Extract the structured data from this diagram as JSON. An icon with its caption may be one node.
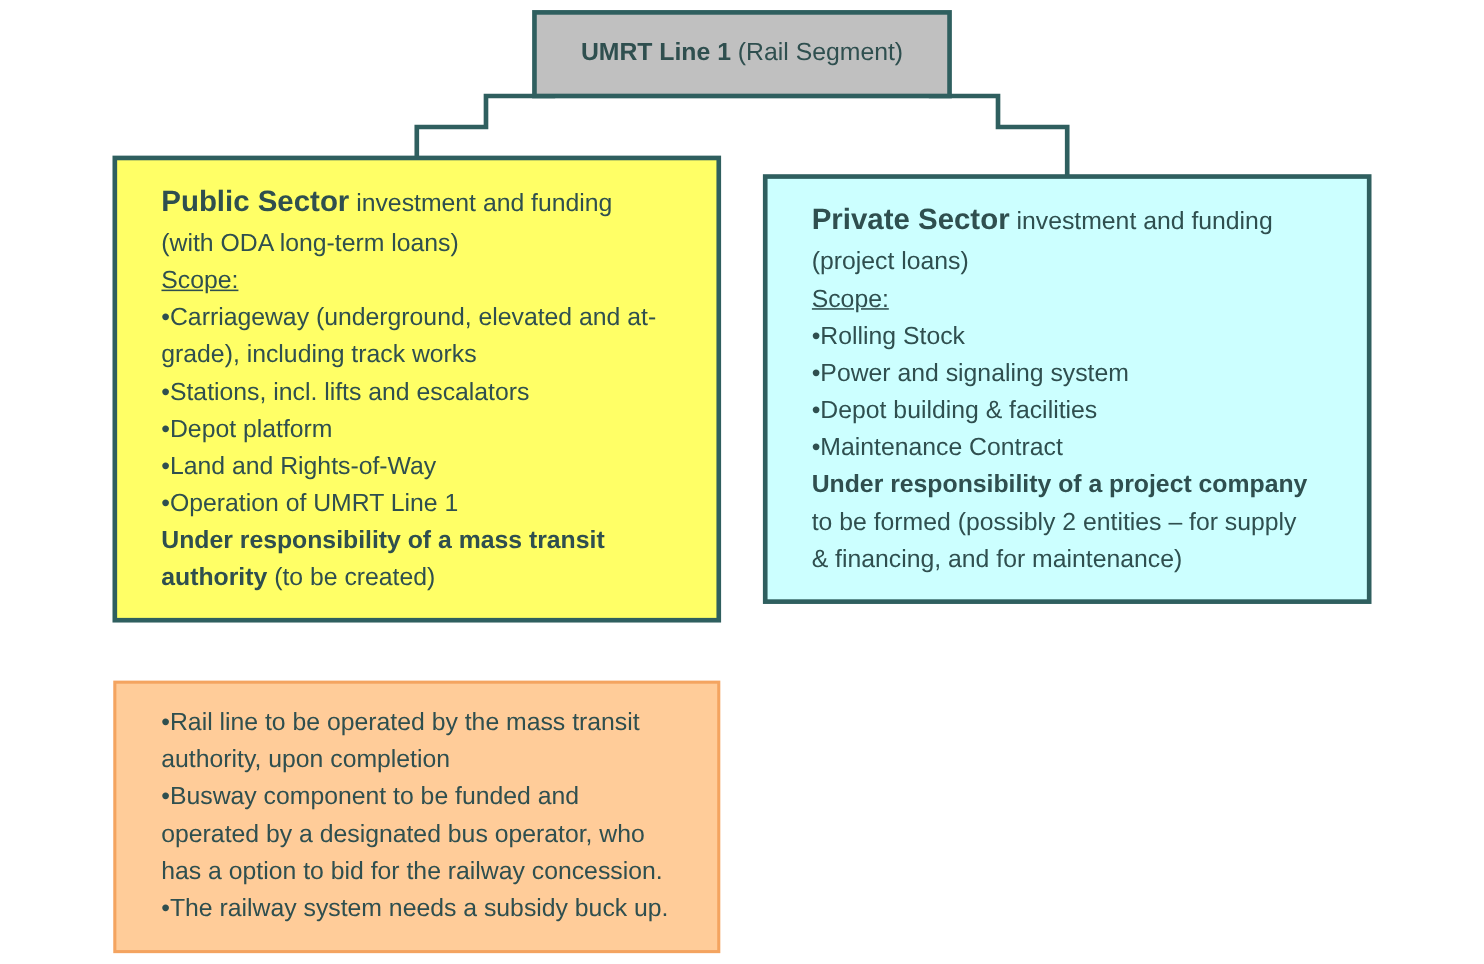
{
  "diagram": {
    "nodes": [
      {
        "text": [
          "**UMRT Line 1** (Rail Segment)"
        ]
      },
      {
        "text": [
          "**Public Sector** investment and funding (with ODA long-term loans)",
          "Scope:",
          "•Carriageway (underground, elevated and at-grade), including track works",
          "•Stations, incl. lifts and escalators",
          "•Depot platform",
          "•Land and Rights-of-Way",
          "•Operation of UMRT Line 1",
          "**Under responsibility of a mass transit authority** (to be created)"
        ]
      },
      {
        "text": [
          "**Private Sector** investment and funding (project loans)",
          "Scope:",
          "•Rolling Stock",
          "•Power and signaling system",
          "•Depot building & facilities",
          "•Maintenance Contract",
          "**Under responsibility of a project company** to be formed (possibly 2 entities – for supply & financing, and for maintenance)"
        ]
      },
      {
        "text": [
          "•Rail line to be operated by the mass transit authority, upon completion",
          "•Busway component to be funded and operated by a designated bus operator, who has a option to bid for the railway concession.",
          "•The railway system needs a subsidy buck up."
        ]
      }
    ],
    "edges": [
      {
        "from": 0,
        "to": 1,
        "arrow": "none"
      },
      {
        "from": 0,
        "to": 2,
        "arrow": "none"
      }
    ]
  }
}
